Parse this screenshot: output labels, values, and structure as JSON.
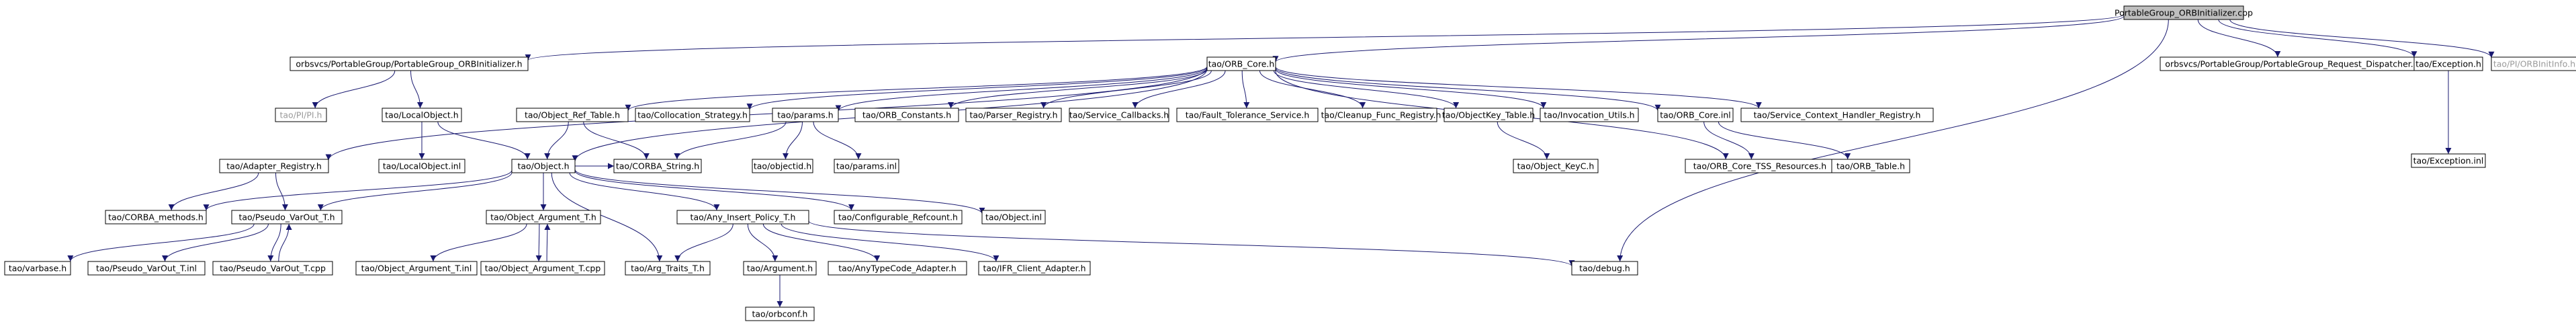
{
  "colors": {
    "edge": "#191970",
    "root_fill": "#bfbfbf",
    "node_fill": "#ffffff",
    "node_border": "#000000",
    "dim_text": "#9a9a9a"
  },
  "nodes": {
    "root": "PortableGroup_ORBInitializer.cpp",
    "pg_orbinit_h": "orbsvcs/PortableGroup/PortableGroup_ORBInitializer.h",
    "orb_core_h": "tao/ORB_Core.h",
    "pg_req_disp_h": "orbsvcs/PortableGroup/PortableGroup_Request_Dispatcher.h",
    "exception_h": "tao/Exception.h",
    "pi_orbinitinfo_h": "tao/PI/ORBInitInfo.h",
    "pi_h": "tao/PI/PI.h",
    "local_object_h": "tao/LocalObject.h",
    "object_ref_table_h": "tao/Object_Ref_Table.h",
    "collocation_strategy_h": "tao/Collocation_Strategy.h",
    "params_h": "tao/params.h",
    "orb_constants_h": "tao/ORB_Constants.h",
    "parser_registry_h": "tao/Parser_Registry.h",
    "service_callbacks_h": "tao/Service_Callbacks.h",
    "fault_tolerance_h": "tao/Fault_Tolerance_Service.h",
    "cleanup_func_h": "tao/Cleanup_Func_Registry.h",
    "objectkey_table_h": "tao/ObjectKey_Table.h",
    "invocation_utils_h": "tao/Invocation_Utils.h",
    "orb_core_inl": "tao/ORB_Core.inl",
    "svc_ctx_handler_h": "tao/Service_Context_Handler_Registry.h",
    "exception_inl": "tao/Exception.inl",
    "adapter_registry_h": "tao/Adapter_Registry.h",
    "local_object_inl": "tao/LocalObject.inl",
    "object_h": "tao/Object.h",
    "corba_string_h": "tao/CORBA_String.h",
    "objectid_h": "tao/objectid.h",
    "params_inl": "tao/params.inl",
    "object_keyc_h": "tao/Object_KeyC.h",
    "orb_core_tss_h": "tao/ORB_Core_TSS_Resources.h",
    "orb_table_h": "tao/ORB_Table.h",
    "corba_methods_h": "tao/CORBA_methods.h",
    "pseudo_varout_t_h": "tao/Pseudo_VarOut_T.h",
    "object_argument_t_h": "tao/Object_Argument_T.h",
    "any_insert_policy_t_h": "tao/Any_Insert_Policy_T.h",
    "configurable_refcount_h": "tao/Configurable_Refcount.h",
    "object_inl": "tao/Object.inl",
    "varbase_h": "tao/varbase.h",
    "pseudo_varout_t_inl": "tao/Pseudo_VarOut_T.inl",
    "pseudo_varout_t_cpp": "tao/Pseudo_VarOut_T.cpp",
    "object_argument_t_inl": "tao/Object_Argument_T.inl",
    "object_argument_t_cpp": "tao/Object_Argument_T.cpp",
    "arg_traits_t_h": "tao/Arg_Traits_T.h",
    "argument_h": "tao/Argument.h",
    "anytypecode_adapter_h": "tao/AnyTypeCode_Adapter.h",
    "ifr_client_adapter_h": "tao/IFR_Client_Adapter.h",
    "debug_h": "tao/debug.h",
    "orbconf_h": "tao/orbconf.h"
  },
  "edges": [
    [
      "root",
      "pg_orbinit_h"
    ],
    [
      "root",
      "orb_core_h"
    ],
    [
      "root",
      "pg_req_disp_h"
    ],
    [
      "root",
      "exception_h"
    ],
    [
      "root",
      "pi_orbinitinfo_h"
    ],
    [
      "root",
      "debug_h"
    ],
    [
      "pg_orbinit_h",
      "pi_h"
    ],
    [
      "pg_orbinit_h",
      "local_object_h"
    ],
    [
      "orb_core_h",
      "adapter_registry_h"
    ],
    [
      "orb_core_h",
      "object_h"
    ],
    [
      "orb_core_h",
      "object_ref_table_h"
    ],
    [
      "orb_core_h",
      "collocation_strategy_h"
    ],
    [
      "orb_core_h",
      "params_h"
    ],
    [
      "orb_core_h",
      "orb_constants_h"
    ],
    [
      "orb_core_h",
      "parser_registry_h"
    ],
    [
      "orb_core_h",
      "service_callbacks_h"
    ],
    [
      "orb_core_h",
      "fault_tolerance_h"
    ],
    [
      "orb_core_h",
      "cleanup_func_h"
    ],
    [
      "orb_core_h",
      "objectkey_table_h"
    ],
    [
      "orb_core_h",
      "invocation_utils_h"
    ],
    [
      "orb_core_h",
      "orb_core_tss_h"
    ],
    [
      "orb_core_h",
      "orb_core_inl"
    ],
    [
      "orb_core_h",
      "svc_ctx_handler_h"
    ],
    [
      "exception_h",
      "exception_inl"
    ],
    [
      "local_object_h",
      "object_h"
    ],
    [
      "local_object_h",
      "local_object_inl"
    ],
    [
      "object_ref_table_h",
      "object_h"
    ],
    [
      "object_ref_table_h",
      "corba_string_h"
    ],
    [
      "params_h",
      "corba_string_h"
    ],
    [
      "params_h",
      "objectid_h"
    ],
    [
      "params_h",
      "params_inl"
    ],
    [
      "objectkey_table_h",
      "object_keyc_h"
    ],
    [
      "orb_core_inl",
      "orb_core_tss_h"
    ],
    [
      "orb_core_inl",
      "orb_table_h"
    ],
    [
      "adapter_registry_h",
      "corba_methods_h"
    ],
    [
      "adapter_registry_h",
      "pseudo_varout_t_h"
    ],
    [
      "object_h",
      "corba_methods_h"
    ],
    [
      "object_h",
      "pseudo_varout_t_h"
    ],
    [
      "object_h",
      "object_argument_t_h"
    ],
    [
      "object_h",
      "arg_traits_t_h"
    ],
    [
      "object_h",
      "any_insert_policy_t_h"
    ],
    [
      "object_h",
      "configurable_refcount_h"
    ],
    [
      "object_h",
      "object_inl"
    ],
    [
      "object_h",
      "corba_string_h"
    ],
    [
      "pseudo_varout_t_h",
      "varbase_h"
    ],
    [
      "pseudo_varout_t_h",
      "pseudo_varout_t_inl"
    ],
    [
      "pseudo_varout_t_h",
      "pseudo_varout_t_cpp"
    ],
    [
      "pseudo_varout_t_cpp",
      "pseudo_varout_t_h"
    ],
    [
      "object_argument_t_h",
      "object_argument_t_inl"
    ],
    [
      "object_argument_t_h",
      "object_argument_t_cpp"
    ],
    [
      "object_argument_t_cpp",
      "object_argument_t_h"
    ],
    [
      "any_insert_policy_t_h",
      "arg_traits_t_h"
    ],
    [
      "any_insert_policy_t_h",
      "argument_h"
    ],
    [
      "any_insert_policy_t_h",
      "anytypecode_adapter_h"
    ],
    [
      "any_insert_policy_t_h",
      "ifr_client_adapter_h"
    ],
    [
      "any_insert_policy_t_h",
      "debug_h"
    ],
    [
      "argument_h",
      "orbconf_h"
    ]
  ]
}
